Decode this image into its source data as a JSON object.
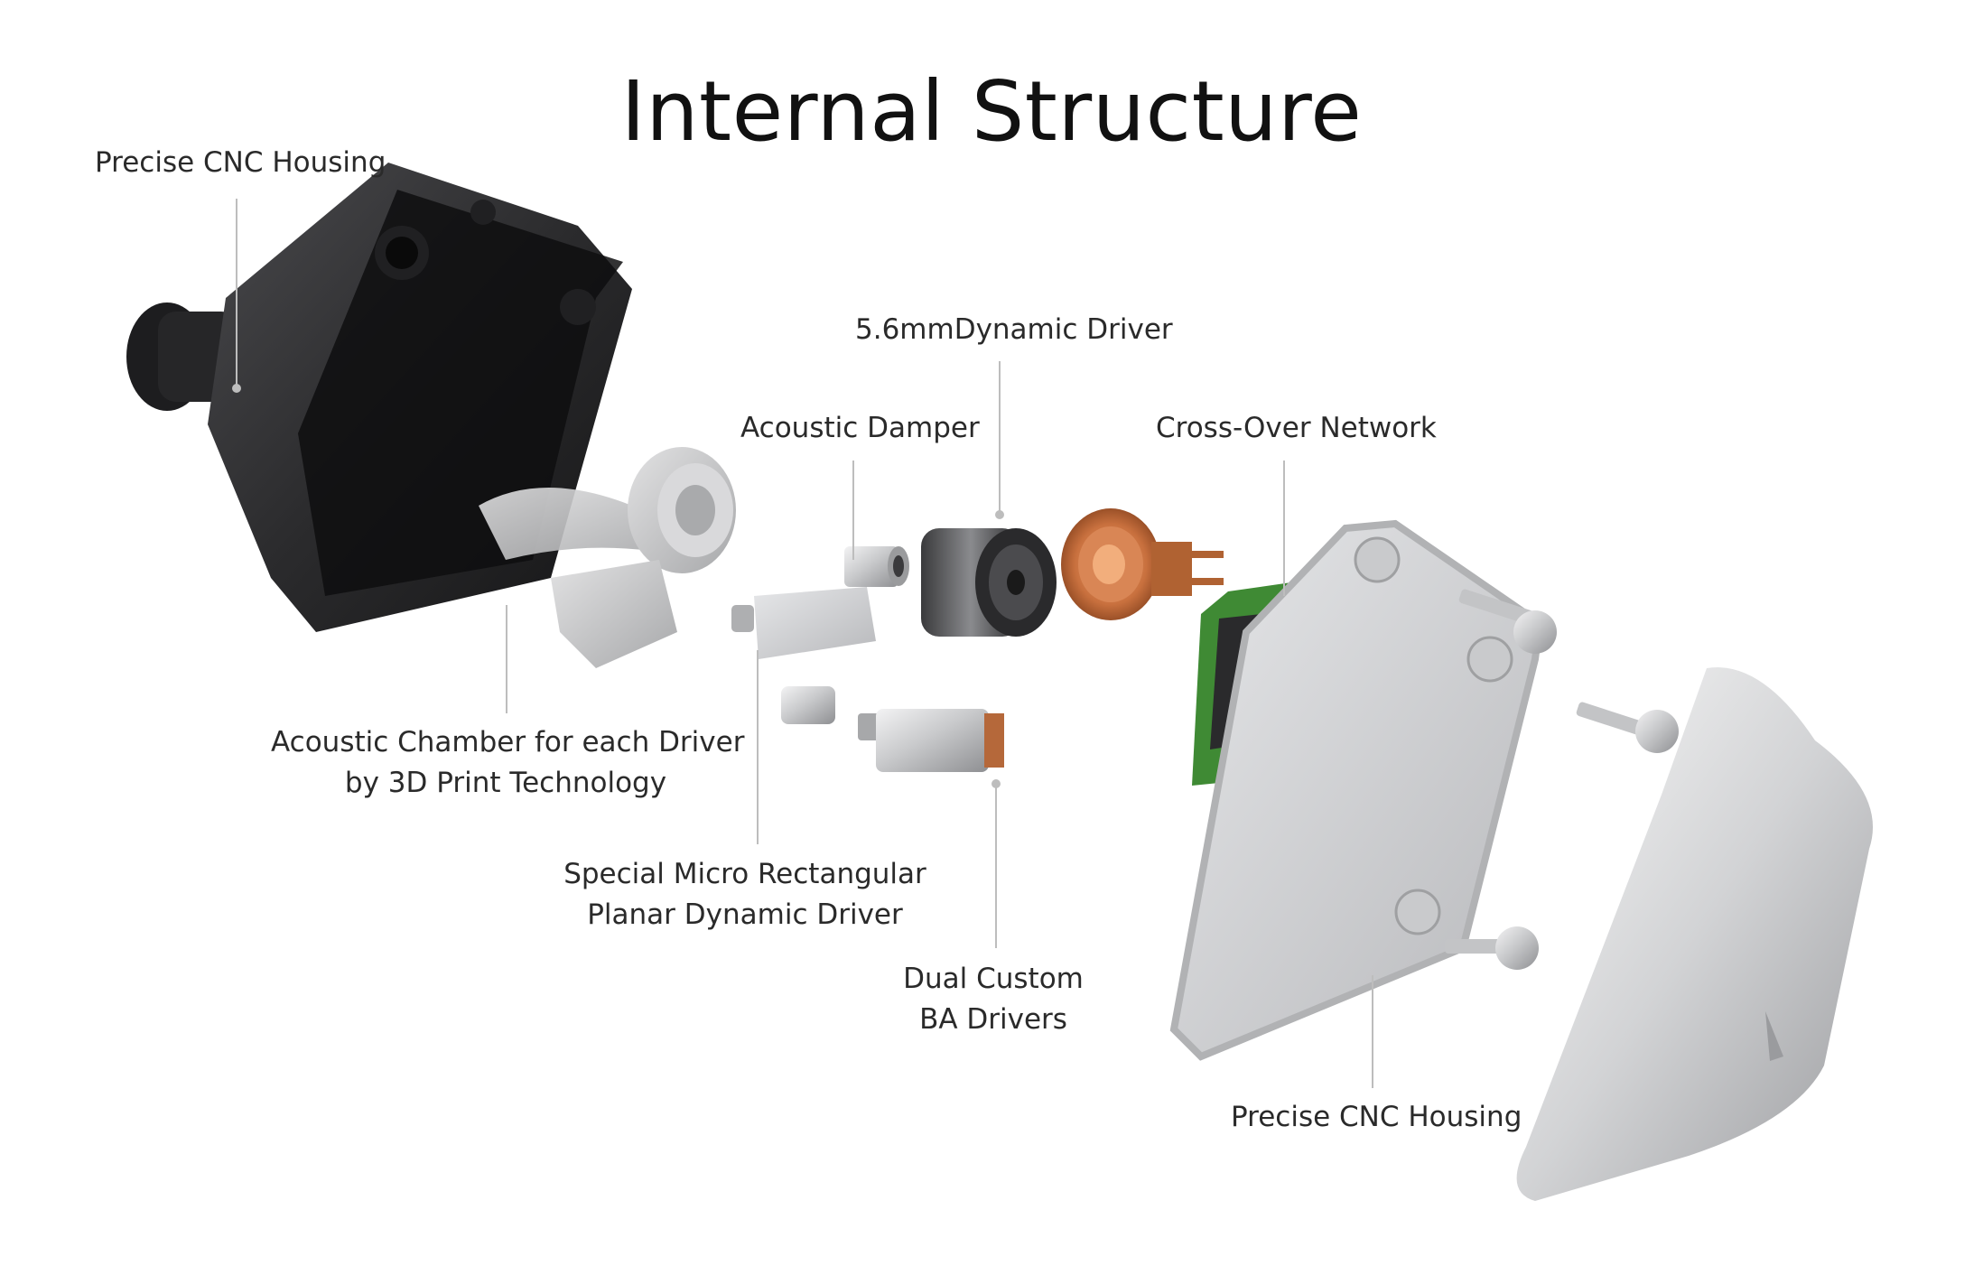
{
  "title": "Internal Structure",
  "labels": {
    "housing_top": "Precise CNC Housing",
    "dynamic_driver": "5.6mmDynamic Driver",
    "acoustic_damper": "Acoustic Damper",
    "crossover": "Cross-Over Network",
    "chamber_line1": "Acoustic Chamber for each Driver",
    "chamber_line2": "by 3D Print Technology",
    "planar_line1": "Special Micro Rectangular",
    "planar_line2": "Planar Dynamic Driver",
    "ba_line1": "Dual Custom",
    "ba_line2": "BA Drivers",
    "housing_bottom": "Precise CNC Housing"
  },
  "colors": {
    "housing_dark": "#2b2b2d",
    "copper": "#c8703e",
    "pcb_green": "#3f8a34",
    "silver": "#d5d6d8"
  }
}
